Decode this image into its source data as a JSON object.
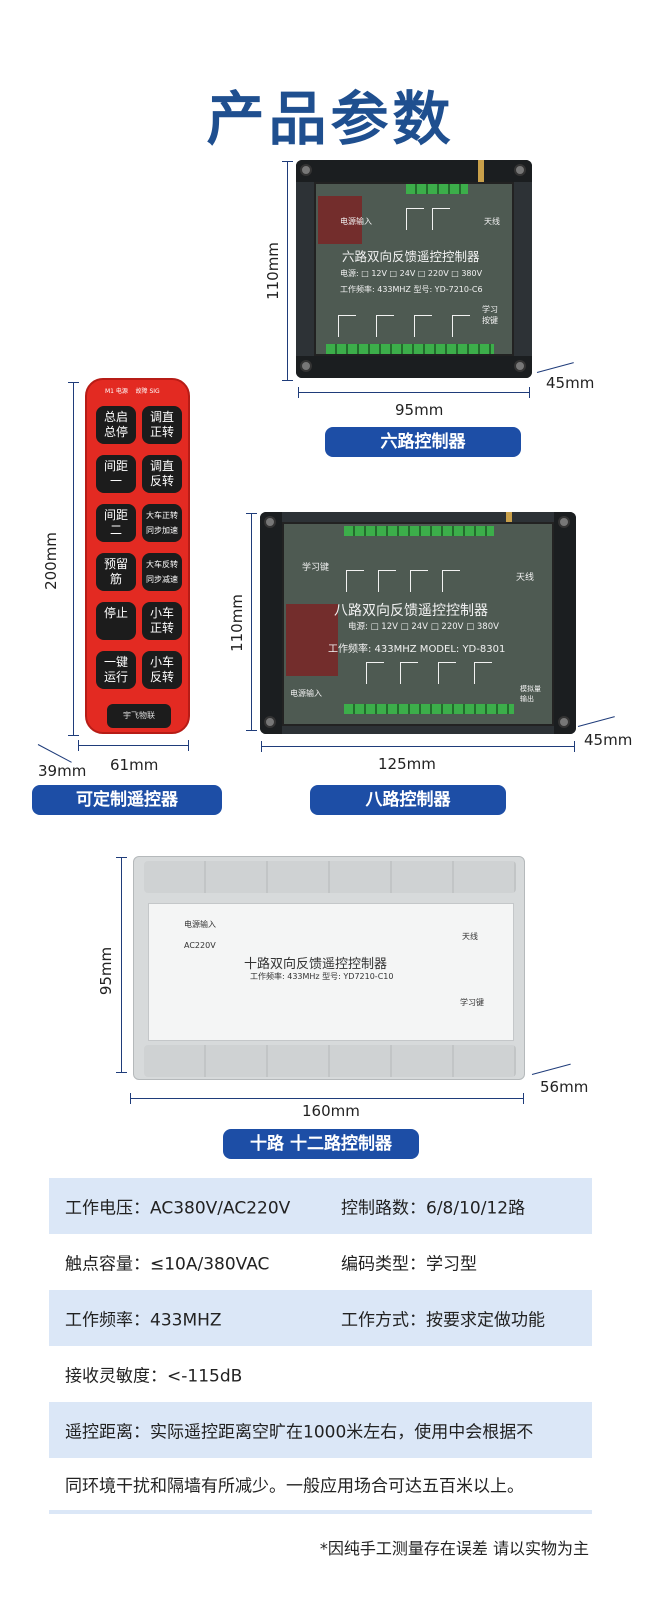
{
  "title": "产品参数",
  "six": {
    "label": "六路控制器",
    "height": "110mm",
    "width": "95mm",
    "depth": "45mm",
    "board_title": "六路双向反馈遥控控制器",
    "power_in": "电源输入",
    "power_line": "电源: □ 12V  □ 24V  □ 220V  □ 380V",
    "freq_line": "工作频率: 433MHZ    型号: YD-7210-C6",
    "antenna": "天线",
    "learn": "学习按键"
  },
  "eight": {
    "label": "八路控制器",
    "height": "110mm",
    "width": "125mm",
    "depth": "45mm",
    "board_title": "八路双向反馈遥控控制器",
    "power_line": "电源: □ 12V  □ 24V  □ 220V  □ 380V",
    "freq_line": "工作频率: 433MHZ      MODEL: YD-8301",
    "learn": "学习键",
    "antenna": "天线",
    "power_in": "电源输入",
    "analog": "模拟量输出"
  },
  "remote": {
    "label": "可定制遥控器",
    "height": "200mm",
    "width": "61mm",
    "depth": "39mm",
    "buttons": [
      [
        "总启\n总停",
        "调直\n正转"
      ],
      [
        "间距\n一",
        "调直\n反转"
      ],
      [
        "间距\n二",
        "大车正转\n同步加速"
      ],
      [
        "预留\n筋",
        "大车反转\n同步减速"
      ],
      [
        "停止",
        "小车\n正转"
      ],
      [
        "一键\n运行",
        "小车\n反转"
      ]
    ]
  },
  "ten": {
    "label": "十路 十二路控制器",
    "height": "95mm",
    "width": "160mm",
    "depth": "56mm",
    "board_title": "十路双向反馈遥控控制器",
    "power_in": "电源输入",
    "power_ac": "AC220V",
    "freq_line": "工作频率: 433MHz      型号: YD7210-C10",
    "antenna": "天线",
    "learn": "学习键"
  },
  "specs": [
    {
      "a": "工作电压：AC380V/AC220V",
      "b": "控制路数：6/8/10/12路"
    },
    {
      "a": "触点容量：≤10A/380VAC",
      "b": "编码类型：学习型"
    },
    {
      "a": "工作频率：433MHZ",
      "b": "工作方式：按要求定做功能"
    },
    {
      "a": "接收灵敏度：<-115dB",
      "b": ""
    },
    {
      "a": "遥控距离：实际遥控距离空旷在1000米左右，使用中会根据不",
      "b": ""
    },
    {
      "a": "同环境干扰和隔墙有所减少。一般应用场合可达五百米以上。",
      "b": ""
    }
  ],
  "note": "*因纯手工测量存在误差 请以实物为主",
  "colors": {
    "accent": "#1d4ea6",
    "title": "#1f4f8f",
    "band": "#dbe7f7",
    "remote": "#e32a22"
  }
}
